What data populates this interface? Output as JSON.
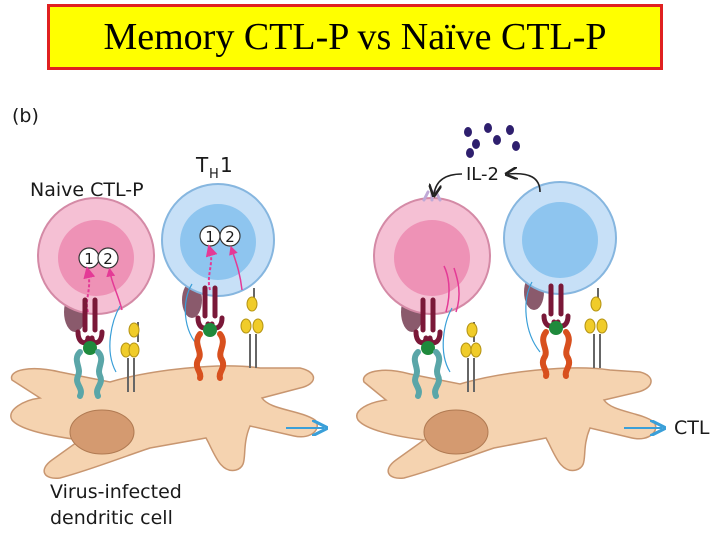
{
  "title": "Memory CTL-P vs Naïve CTL-P",
  "panel_label": "(b)",
  "labels": {
    "naive_ctlp": "Naive CTL-P",
    "th1_main": "T",
    "th1_sub": "H",
    "th1_num": "1",
    "il2": "IL-2",
    "ctl": "CTL",
    "virus_line1": "Virus-infected",
    "virus_line2": "dendritic cell"
  },
  "signals": {
    "one": "1",
    "two": "2"
  },
  "colors": {
    "title_bg": "#ffff00",
    "title_border": "#e02020",
    "dendritic": "#f5d3b0",
    "nucleus": "#d49a70",
    "ctlp": "#f5c0d4",
    "ctlp_inner": "#ee92b6",
    "th1": "#c7e0f7",
    "th1_inner": "#8ec5ef",
    "receptor": "#7a1838",
    "mhc_teal": "#5aa6a8",
    "mhc_orange": "#d8501e",
    "antigen": "#1f8a3c",
    "costim": "#f0cc2a",
    "il2_dot": "#2e1f6e",
    "arrow": "#3a9fd8",
    "signal": "#e43a96"
  }
}
